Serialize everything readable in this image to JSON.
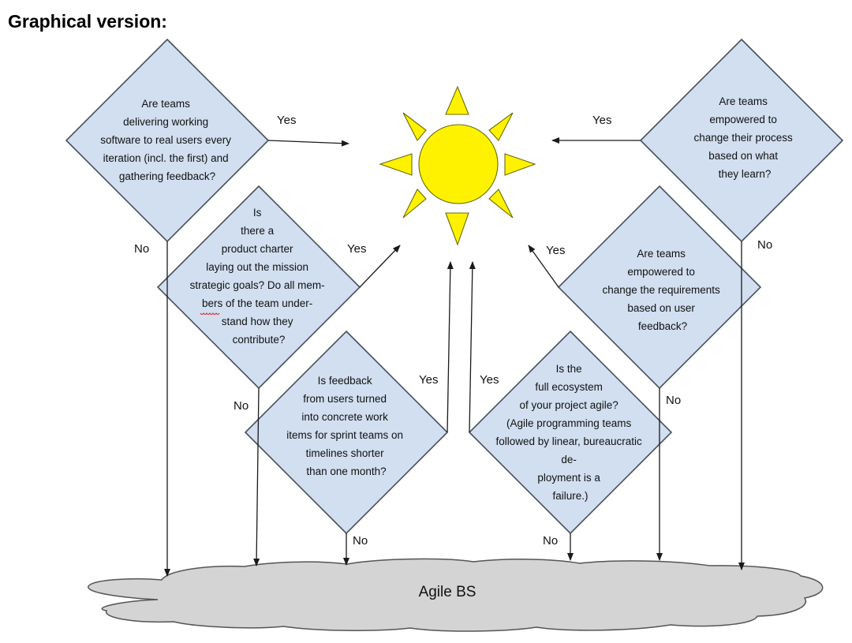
{
  "heading": "Graphical version:",
  "colors": {
    "decision_fill": "#d1dff0",
    "sun": "#fff200",
    "cloud": "#d4d4d4"
  },
  "decisions": [
    {
      "id": "d1",
      "lines": [
        "Are teams",
        "delivering working",
        "software to real users every",
        "iteration (incl. the first) and",
        "gathering feedback?"
      ],
      "yes": "Yes",
      "no": "No"
    },
    {
      "id": "d2",
      "lines": [
        "Is",
        "there a",
        "product charter",
        "laying out the mission",
        "strategic goals? Do all mem-",
        "bers of the team under-",
        "stand how they",
        "contribute?"
      ],
      "yes": "Yes",
      "no": "No"
    },
    {
      "id": "d3",
      "lines": [
        "Is feedback",
        "from users turned",
        "into concrete work",
        "items for sprint teams on",
        "timelines shorter",
        "than one month?"
      ],
      "yes": "Yes",
      "no": "No"
    },
    {
      "id": "d4",
      "lines": [
        "Is the",
        "full ecosystem",
        "of your project agile?",
        "(Agile programming teams",
        "followed by linear, bureaucratic",
        "de-",
        "ployment is a",
        "failure.)"
      ],
      "yes": "Yes",
      "no": "No"
    },
    {
      "id": "d5",
      "lines": [
        "Are teams",
        "empowered to",
        "change the requirements",
        "based on user",
        "feedback?"
      ],
      "yes": "Yes",
      "no": "No"
    },
    {
      "id": "d6",
      "lines": [
        "Are teams",
        "empowered to",
        "change their process",
        "based on what",
        "they learn?"
      ],
      "yes": "Yes",
      "no": "No"
    }
  ],
  "outcome": "Agile BS"
}
